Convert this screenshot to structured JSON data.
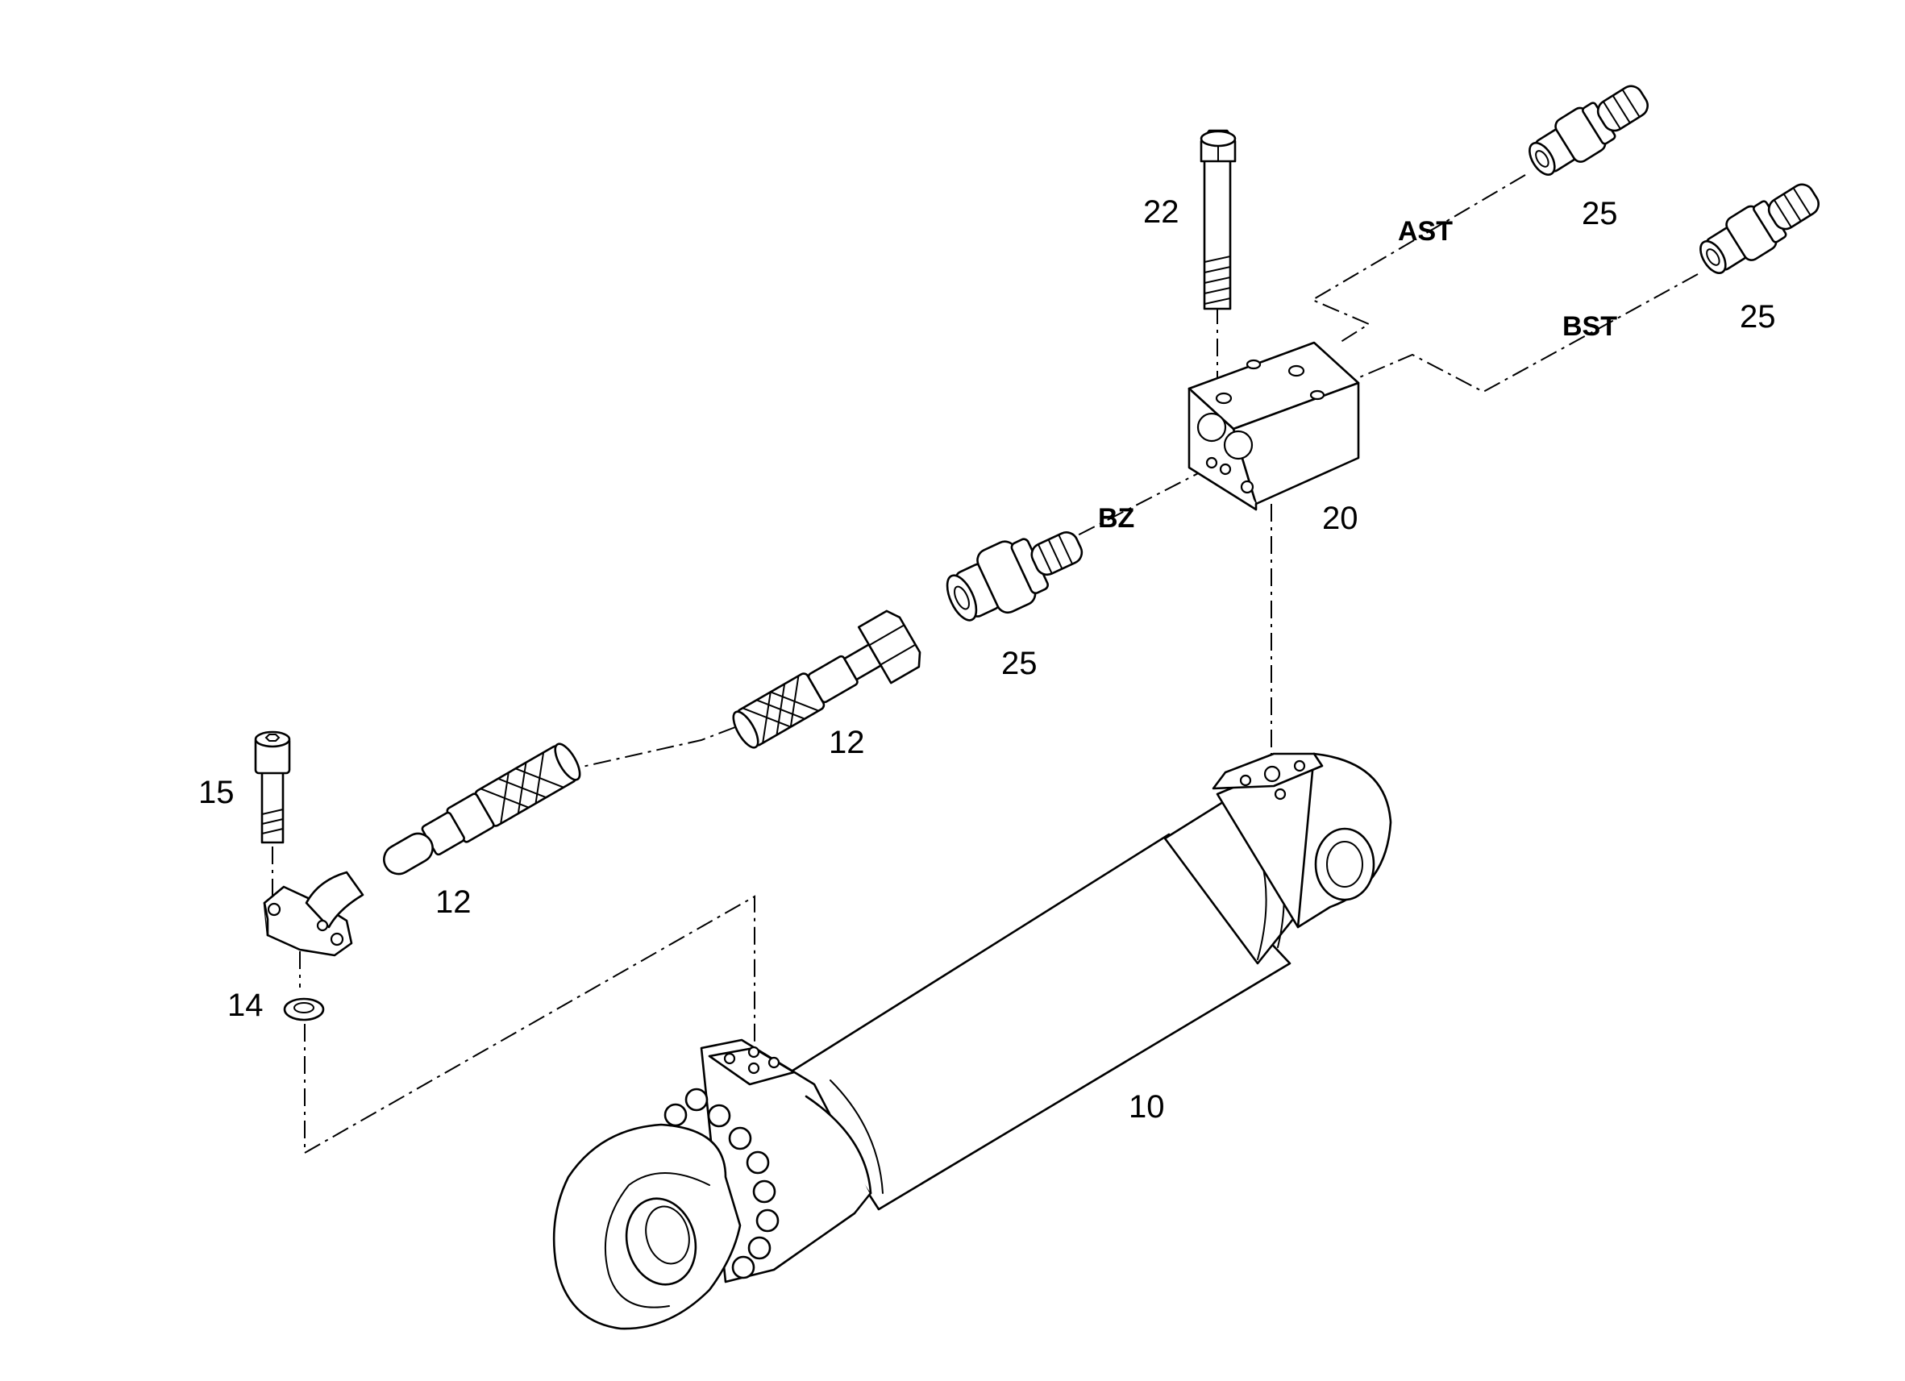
{
  "labels": {
    "item_10": "10",
    "item_12_upper": "12",
    "item_12_lower": "12",
    "item_14": "14",
    "item_15": "15",
    "item_20": "20",
    "item_22": "22",
    "item_25_ast": "25",
    "item_25_bst": "25",
    "item_25_bz": "25"
  },
  "ports": {
    "ast": "AST",
    "bst": "BST",
    "bz": "BZ"
  }
}
